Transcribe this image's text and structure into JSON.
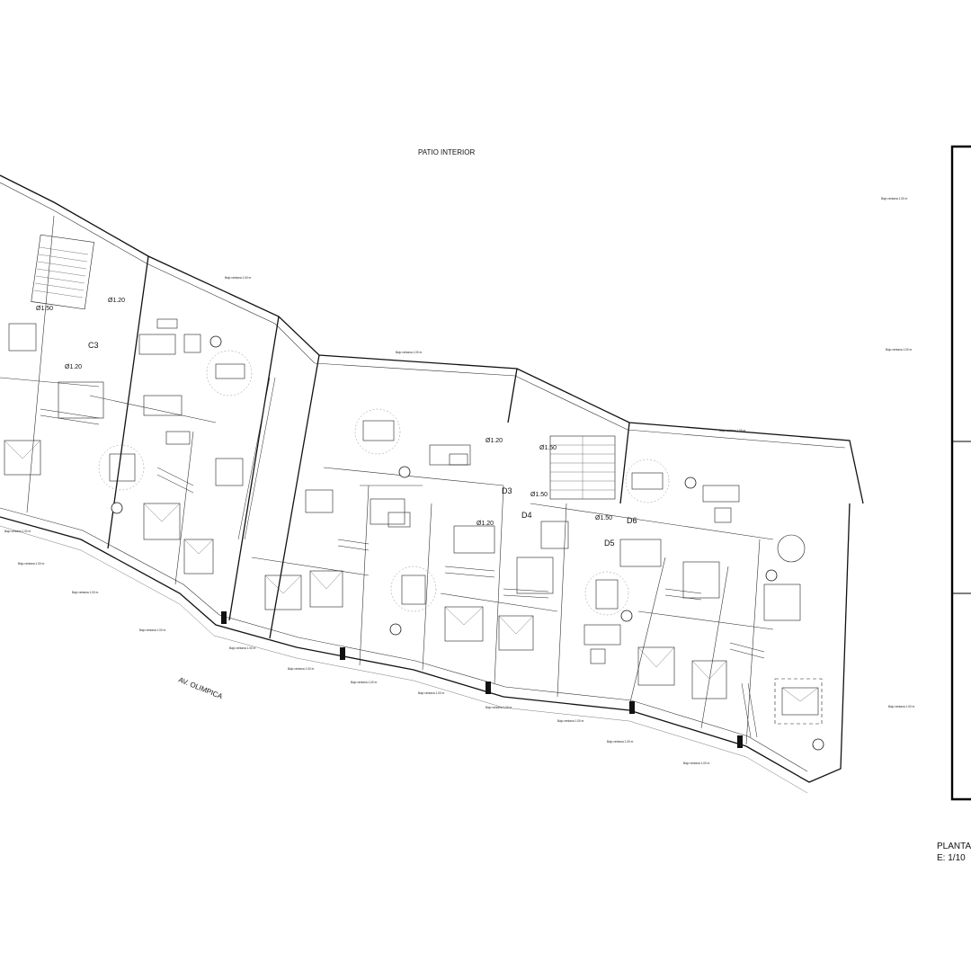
{
  "labels": {
    "patio": "PATIO INTERIOR",
    "street": "AV. OLIMPICA"
  },
  "title_block": {
    "title": "PLANTA",
    "scale": "E: 1/10"
  },
  "unit_tags": [
    "C3",
    "D3",
    "D4",
    "D5",
    "D6"
  ],
  "room_marks": [
    "Ø1.20",
    "Ø1.50",
    "Ø1.20",
    "Ø1.50",
    "Ø1.20",
    "Ø1.50",
    "Ø1.50",
    "Ø1.20"
  ],
  "annotations": [
    "Bajo ventana 1.00 m",
    "Bajo ventana 1.00 m",
    "Bajo ventana 1.00 m",
    "Bajo ventana 1.00 m",
    "Bajo ventana 1.00 m",
    "Bajo ventana 1.00 m",
    "Bajo ventana 1.00 m",
    "Bajo ventana 1.00 m",
    "Bajo ventana 1.00 m",
    "Bajo ventana 1.00 m",
    "Bajo ventana 1.00 m",
    "Bajo ventana 1.00 m",
    "Bajo ventana 1.00 m",
    "Bajo ventana 1.00 m",
    "Bajo ventana 1.00 m",
    "Bajo ventana 1.00 m",
    "Bajo ventana 1.00 m",
    "Bajo ventana 1.00 m"
  ]
}
